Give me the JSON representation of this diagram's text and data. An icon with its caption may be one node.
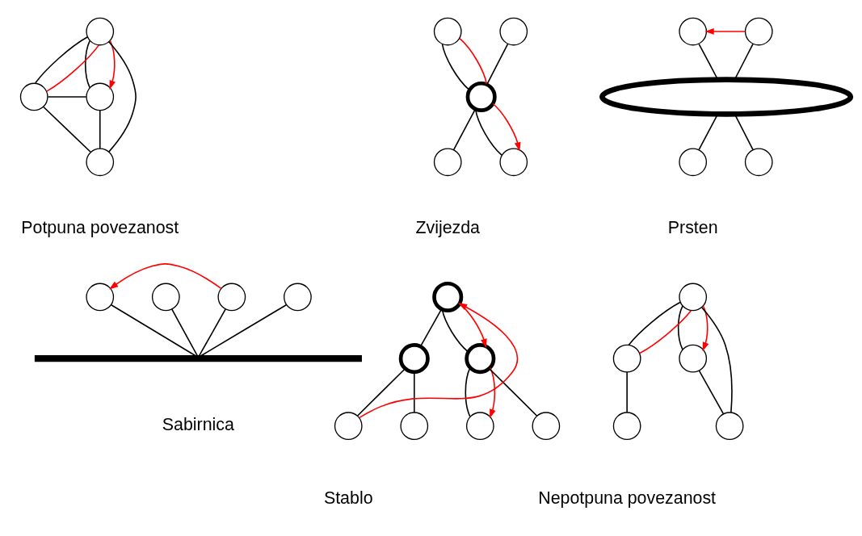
{
  "diagram": {
    "nodes": [
      {
        "text": [],
        "shape": "circle"
      },
      {
        "text": [],
        "shape": "circle"
      },
      {
        "text": [],
        "shape": "circle"
      },
      {
        "text": [],
        "shape": "circle"
      },
      {
        "text": [],
        "shape": "circle"
      },
      {
        "text": [],
        "shape": "circle"
      },
      {
        "text": [],
        "shape": "circle"
      },
      {
        "text": [],
        "shape": "circle"
      },
      {
        "text": [],
        "shape": "circle"
      },
      {
        "text": [],
        "shape": "circle"
      },
      {
        "text": [],
        "shape": "circle"
      },
      {
        "text": [],
        "shape": "ellipse"
      },
      {
        "text": [],
        "shape": "circle"
      },
      {
        "text": [],
        "shape": "circle"
      },
      {
        "text": [],
        "shape": "circle"
      },
      {
        "text": [],
        "shape": "circle"
      },
      {
        "text": [],
        "shape": "circle"
      },
      {
        "text": [],
        "shape": "circle"
      },
      {
        "text": [],
        "shape": "bar"
      },
      {
        "text": [],
        "shape": "circle"
      },
      {
        "text": [],
        "shape": "circle"
      },
      {
        "text": [],
        "shape": "circle"
      },
      {
        "text": [],
        "shape": "circle"
      },
      {
        "text": [],
        "shape": "circle"
      },
      {
        "text": [],
        "shape": "circle"
      },
      {
        "text": [],
        "shape": "circle"
      },
      {
        "text": [],
        "shape": "circle"
      },
      {
        "text": [],
        "shape": "circle"
      },
      {
        "text": [],
        "shape": "circle"
      },
      {
        "text": [],
        "shape": "circle"
      },
      {
        "text": [],
        "shape": "circle"
      }
    ],
    "edges": [
      {
        "from": 0,
        "to": 1,
        "arrow": "none"
      },
      {
        "from": 0,
        "to": 2,
        "arrow": "none"
      },
      {
        "from": 0,
        "to": 3,
        "arrow": "none"
      },
      {
        "from": 1,
        "to": 2,
        "arrow": "none"
      },
      {
        "from": 1,
        "to": 3,
        "arrow": "none"
      },
      {
        "from": 2,
        "to": 3,
        "arrow": "none"
      },
      {
        "from": 1,
        "to": 0,
        "arrow": "none",
        "color": "#ff0000"
      },
      {
        "from": 0,
        "to": 2,
        "arrow": "to",
        "color": "#ff0000"
      },
      {
        "from": 4,
        "to": 6,
        "arrow": "none"
      },
      {
        "from": 5,
        "to": 6,
        "arrow": "none"
      },
      {
        "from": 6,
        "to": 7,
        "arrow": "none"
      },
      {
        "from": 6,
        "to": 8,
        "arrow": "none"
      },
      {
        "from": 4,
        "to": 6,
        "arrow": "none",
        "color": "#ff0000"
      },
      {
        "from": 6,
        "to": 8,
        "arrow": "to",
        "color": "#ff0000"
      },
      {
        "from": 9,
        "to": 11,
        "arrow": "none"
      },
      {
        "from": 10,
        "to": 11,
        "arrow": "none"
      },
      {
        "from": 11,
        "to": 12,
        "arrow": "none"
      },
      {
        "from": 11,
        "to": 13,
        "arrow": "none"
      },
      {
        "from": 10,
        "to": 9,
        "arrow": "to",
        "color": "#ff0000"
      },
      {
        "from": 14,
        "to": 18,
        "arrow": "none"
      },
      {
        "from": 15,
        "to": 18,
        "arrow": "none"
      },
      {
        "from": 16,
        "to": 18,
        "arrow": "none"
      },
      {
        "from": 17,
        "to": 18,
        "arrow": "none"
      },
      {
        "from": 16,
        "to": 14,
        "arrow": "to",
        "color": "#ff0000"
      },
      {
        "from": 19,
        "to": 20,
        "arrow": "none"
      },
      {
        "from": 19,
        "to": 21,
        "arrow": "none"
      },
      {
        "from": 20,
        "to": 22,
        "arrow": "none"
      },
      {
        "from": 20,
        "to": 23,
        "arrow": "none"
      },
      {
        "from": 21,
        "to": 24,
        "arrow": "none"
      },
      {
        "from": 21,
        "to": 25,
        "arrow": "none"
      },
      {
        "from": 22,
        "to": 19,
        "arrow": "to",
        "color": "#ff0000"
      },
      {
        "from": 19,
        "to": 21,
        "arrow": "to",
        "color": "#ff0000"
      },
      {
        "from": 21,
        "to": 24,
        "arrow": "to",
        "color": "#ff0000"
      },
      {
        "from": 26,
        "to": 27,
        "arrow": "none"
      },
      {
        "from": 26,
        "to": 28,
        "arrow": "none"
      },
      {
        "from": 26,
        "to": 29,
        "arrow": "none"
      },
      {
        "from": 28,
        "to": 29,
        "arrow": "none"
      },
      {
        "from": 27,
        "to": 30,
        "arrow": "none"
      },
      {
        "from": 27,
        "to": 26,
        "arrow": "none",
        "color": "#ff0000"
      },
      {
        "from": 26,
        "to": 28,
        "arrow": "to",
        "color": "#ff0000"
      }
    ],
    "labels": [
      "Potpuna povezanost",
      "Zvijezda",
      "Prsten",
      "Sabirnica",
      "Stablo",
      "Nepotpuna povezanost"
    ]
  }
}
